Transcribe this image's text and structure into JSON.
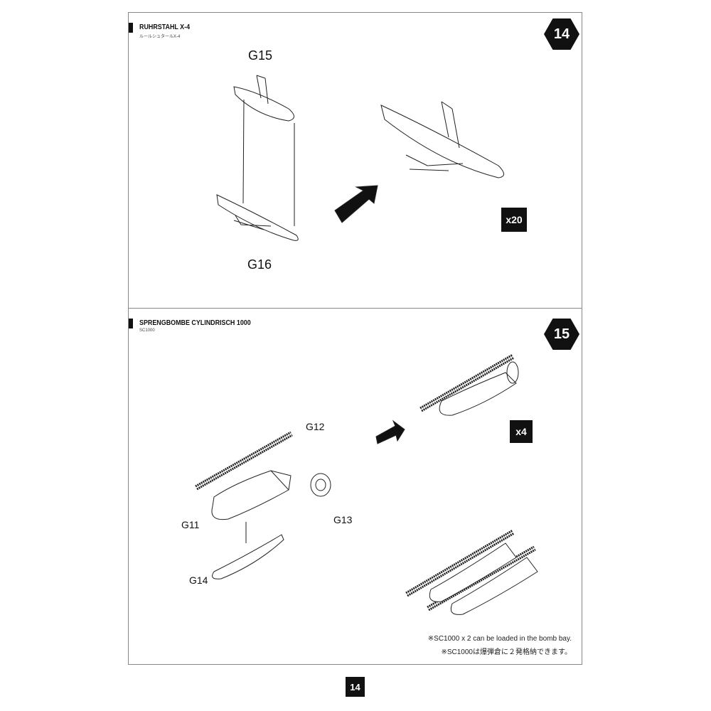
{
  "steps": [
    {
      "number": "14",
      "title": "RUHRSTAHL X-4",
      "subtitle": "ルールシュタールX-4",
      "parts": [
        "G15",
        "G16"
      ],
      "quantity": "x20"
    },
    {
      "number": "15",
      "title": "SPRENGBOMBE CYLINDRISCH 1000",
      "subtitle": "SC1000",
      "parts": [
        "G12",
        "G11",
        "G13",
        "G14"
      ],
      "quantity": "x4",
      "note_en": "※SC1000 x 2 can be loaded in the bomb bay.",
      "note_ja": "※SC1000は爆弾倉に２発格納できます。"
    }
  ],
  "page_number": "14"
}
